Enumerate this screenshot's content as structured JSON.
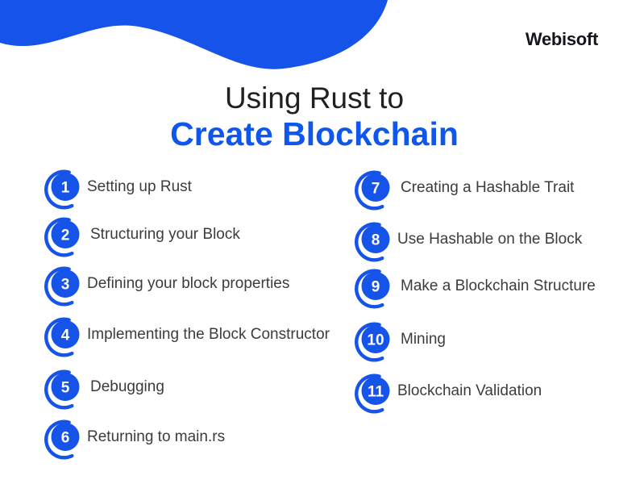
{
  "brand": {
    "logo_text": "Webisoft"
  },
  "title": {
    "line1": "Using Rust to",
    "line2": "Create Blockchain"
  },
  "colors": {
    "background": "#ffffff",
    "brand_blue": "#1653E8",
    "title_blue": "#0F57EC",
    "heading_dark": "#202020",
    "label_gray": "#3C3C3C",
    "logo_dark": "#16161E",
    "badge_number_white": "#FFFFFF"
  },
  "steps": [
    {
      "number": "1",
      "label": "Setting up Rust"
    },
    {
      "number": "2",
      "label": "Structuring your Block"
    },
    {
      "number": "3",
      "label": "Defining your block properties"
    },
    {
      "number": "4",
      "label": "Implementing the Block Constructor"
    },
    {
      "number": "5",
      "label": "Debugging"
    },
    {
      "number": "6",
      "label": "Returning to main.rs"
    },
    {
      "number": "7",
      "label": "Creating a Hashable Trait"
    },
    {
      "number": "8",
      "label": "Use Hashable on the Block"
    },
    {
      "number": "9",
      "label": "Make a Blockchain Structure"
    },
    {
      "number": "10",
      "label": "Mining"
    },
    {
      "number": "11",
      "label": "Blockchain Validation"
    }
  ]
}
